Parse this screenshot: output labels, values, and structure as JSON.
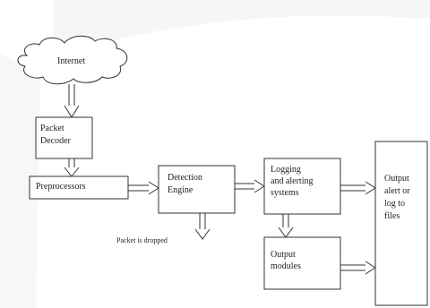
{
  "diagram": {
    "cloud_label": "Internet",
    "nodes": {
      "packet_decoder": "Packet\nDecoder",
      "preprocessors": "Preprocessors",
      "detection_engine": "Detection\nEngine",
      "logging": "Logging\nand alerting\nsystems",
      "output_modules": "Output\nmodules",
      "output_files": "Output\nalert or\nlog to\nfiles"
    },
    "dropped_label": "Packet is dropped"
  }
}
